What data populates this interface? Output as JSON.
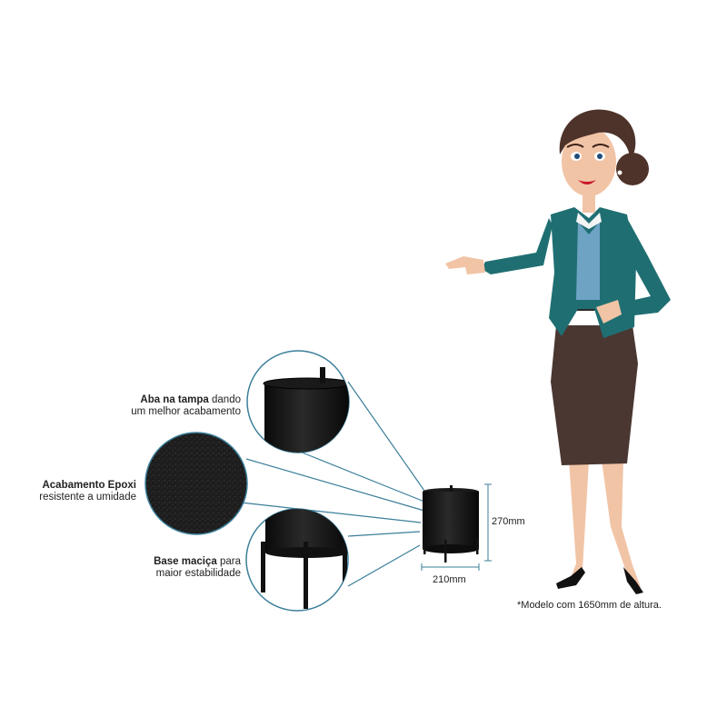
{
  "callouts": {
    "lid": {
      "bold": "Aba na tampa",
      "rest_line1": " dando",
      "line2": "um melhor acabamento"
    },
    "finish": {
      "bold": "Acabamento Epoxi",
      "line2": "resistente a umidade"
    },
    "base": {
      "bold": "Base maciça",
      "rest_line1": " para",
      "line2": "maior estabilidade"
    }
  },
  "dimensions": {
    "height": "270mm",
    "width": "210mm"
  },
  "footnote": "*Modelo com 1650mm de altura.",
  "colors": {
    "line": "#3c7f9a",
    "product": "#111111",
    "jacket": "#1f6f72",
    "skirt": "#4a3732"
  }
}
